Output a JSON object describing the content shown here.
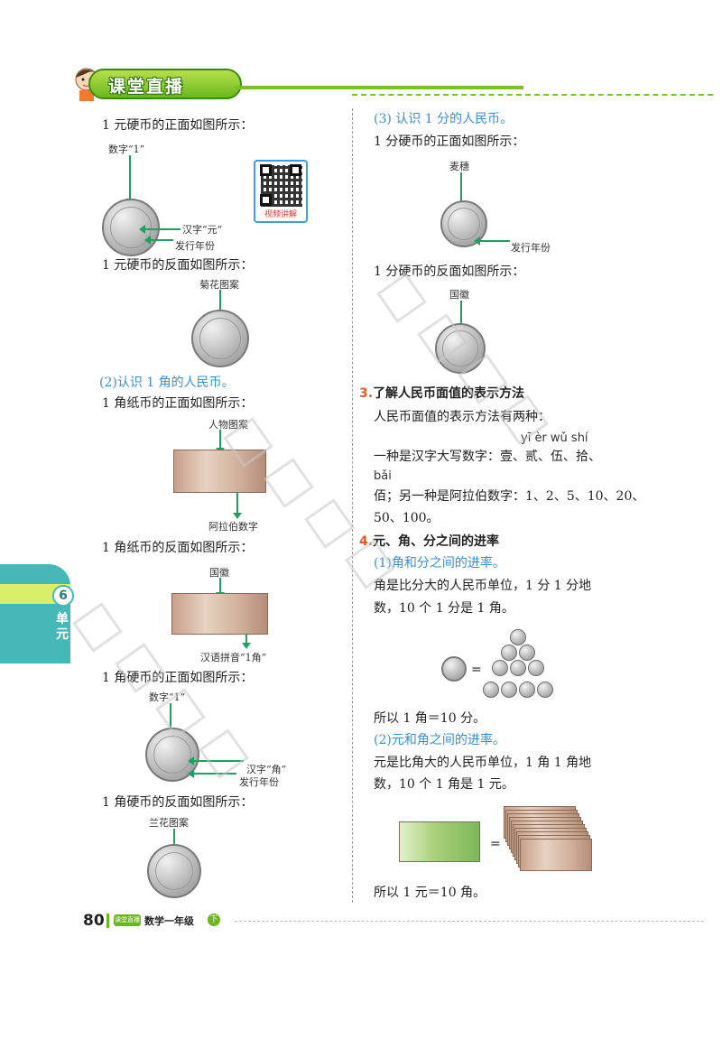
{
  "header": {
    "title": "课堂直播"
  },
  "left": {
    "yuan_front_text": "1 元硬币的正面如图所示：",
    "yuan_front_labels": {
      "digit": "数字“1”",
      "hanzi": "汉字“元”",
      "year": "发行年份"
    },
    "qr_label": "视频讲解",
    "yuan_back_text": "1 元硬币的反面如图所示：",
    "yuan_back_label": "菊花图案",
    "jiao_heading": "(2)认识 1 角的人民币。",
    "jiao_note_front_text": "1 角纸币的正面如图所示：",
    "jiao_note_front_labels": {
      "figure": "人物图案",
      "arabic": "阿拉伯数字"
    },
    "jiao_note_back_text": "1 角纸币的反面如图所示：",
    "jiao_note_back_labels": {
      "emblem": "国徽",
      "pinyin": "汉语拼音“1角”"
    },
    "jiao_coin_front_text": "1 角硬币的正面如图所示：",
    "jiao_coin_front_labels": {
      "digit": "数字“1”",
      "hanzi": "汉字“角”",
      "year": "发行年份"
    },
    "jiao_coin_back_text": "1 角硬币的反面如图所示：",
    "jiao_coin_back_label": "兰花图案"
  },
  "right": {
    "fen_heading": "(3) 认识 1 分的人民币。",
    "fen_front_text": "1 分硬币的正面如图所示：",
    "fen_front_labels": {
      "wheat": "麦穗",
      "year": "发行年份"
    },
    "fen_back_text": "1 分硬币的反面如图所示：",
    "fen_back_label": "国徽",
    "sec3": {
      "num": "3.",
      "title": "了解人民币面值的表示方法"
    },
    "sec3_line1": "人民币面值的表示方法有两种：",
    "sec3_pinyin1": "yī   èr   wǔ   shí",
    "sec3_line2": "一种是汉字大写数字：壹、贰、伍、拾、",
    "sec3_pinyin2": "bǎi",
    "sec3_line3": "佰；另一种是阿拉伯数字：1、2、5、10、20、",
    "sec3_line4": "50、100。",
    "sec4": {
      "num": "4.",
      "title": "元、角、分之间的进率"
    },
    "sub1": "(1)角和分之间的进率。",
    "sub1_line1": "角是比分大的人民币单位，1 分 1 分地",
    "sub1_line2": "数，10 个 1 分是 1 角。",
    "equals": "=",
    "sub1_result": "所以 1 角＝10 分。",
    "sub2": "(2)元和角之间的进率。",
    "sub2_line1": "元是比角大的人民币单位，1 角 1 角地",
    "sub2_line2": "数，10 个 1 角是 1 元。",
    "sub2_result": "所以 1 元＝10 角。"
  },
  "side_tab": {
    "number": "6",
    "label": "单元"
  },
  "footer": {
    "page": "80",
    "badge": "课堂直播",
    "subject": "数学一年级",
    "term": "下"
  }
}
